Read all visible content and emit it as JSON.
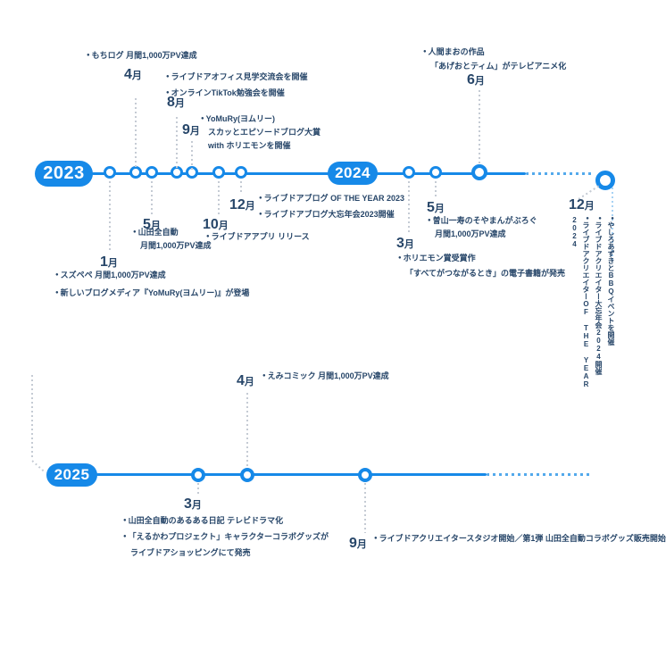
{
  "colors": {
    "accent_blue": "#1689E8",
    "text_navy": "#274669",
    "dash_blue": "#53A9EC",
    "connector_gray": "#C5CBD4",
    "dash_light_blue": "#A7D2F4"
  },
  "timeline_2023_2024": {
    "badge_2023": "2023",
    "badge_2024": "2024",
    "events_above": [
      {
        "month": "4月",
        "lines": [
          "●もちログ 月間1,000万PV達成"
        ]
      },
      {
        "month": "8月",
        "lines": [
          "●ライブドアオフィス見学交流会を開催",
          "●オンラインTikTok勉強会を開催"
        ]
      },
      {
        "month": "9月",
        "lines": [
          "●YoMuRy(ヨムリー)",
          "スカッとエピソードブログ大賞",
          "with ホリエモンを開催"
        ]
      },
      {
        "month": "6月",
        "lines": [
          "●人間まおの作品",
          "「あげおとティム」がテレビアニメ化"
        ]
      }
    ],
    "events_below": [
      {
        "month": "1月",
        "lines": [
          "●スズペペ 月間1,000万PV達成",
          "●新しいブログメディア『YoMuRy(ヨムリー)』が登場"
        ]
      },
      {
        "month": "5月",
        "lines": [
          "●山田全自動",
          "月間1,000万PV達成"
        ]
      },
      {
        "month": "10月",
        "lines": [
          "●ライブドアアプリ リリース"
        ]
      },
      {
        "month": "12月",
        "lines": [
          "●ライブドアブログ OF THE YEAR 2023",
          "●ライブドアブログ大忘年会2023開催"
        ]
      },
      {
        "month": "3月",
        "lines": [
          "●ホリエモン賞受賞作",
          "「すべてがつながるとき」の電子書籍が発売"
        ]
      },
      {
        "month": "5月",
        "lines": [
          "●曽山一寿のそやまんがぶろぐ",
          "月間1,000万PV達成"
        ]
      },
      {
        "month": "12月",
        "vertical_lines": [
          "●やしろあずきとBBQイベントを開催",
          "●ライブドアクリエイター大忘年会2024開催",
          "●ライブドアクリエイターOF THE YEAR 2024"
        ]
      }
    ]
  },
  "timeline_2025": {
    "badge_2025": "2025",
    "events_above": [
      {
        "month": "4月",
        "lines": [
          "●えみコミック 月間1,000万PV達成"
        ]
      }
    ],
    "events_below": [
      {
        "month": "3月",
        "lines": [
          "●山田全自動のあるある日記 テレビドラマ化",
          "●「えるかわプロジェクト」キャラクターコラボグッズが",
          "ライブドアショッピングにて発売"
        ]
      },
      {
        "month": "9月",
        "lines": [
          "●ライブドアクリエイタースタジオ開始／第1弾 山田全自動コラボグッズ販売開始"
        ]
      }
    ]
  }
}
